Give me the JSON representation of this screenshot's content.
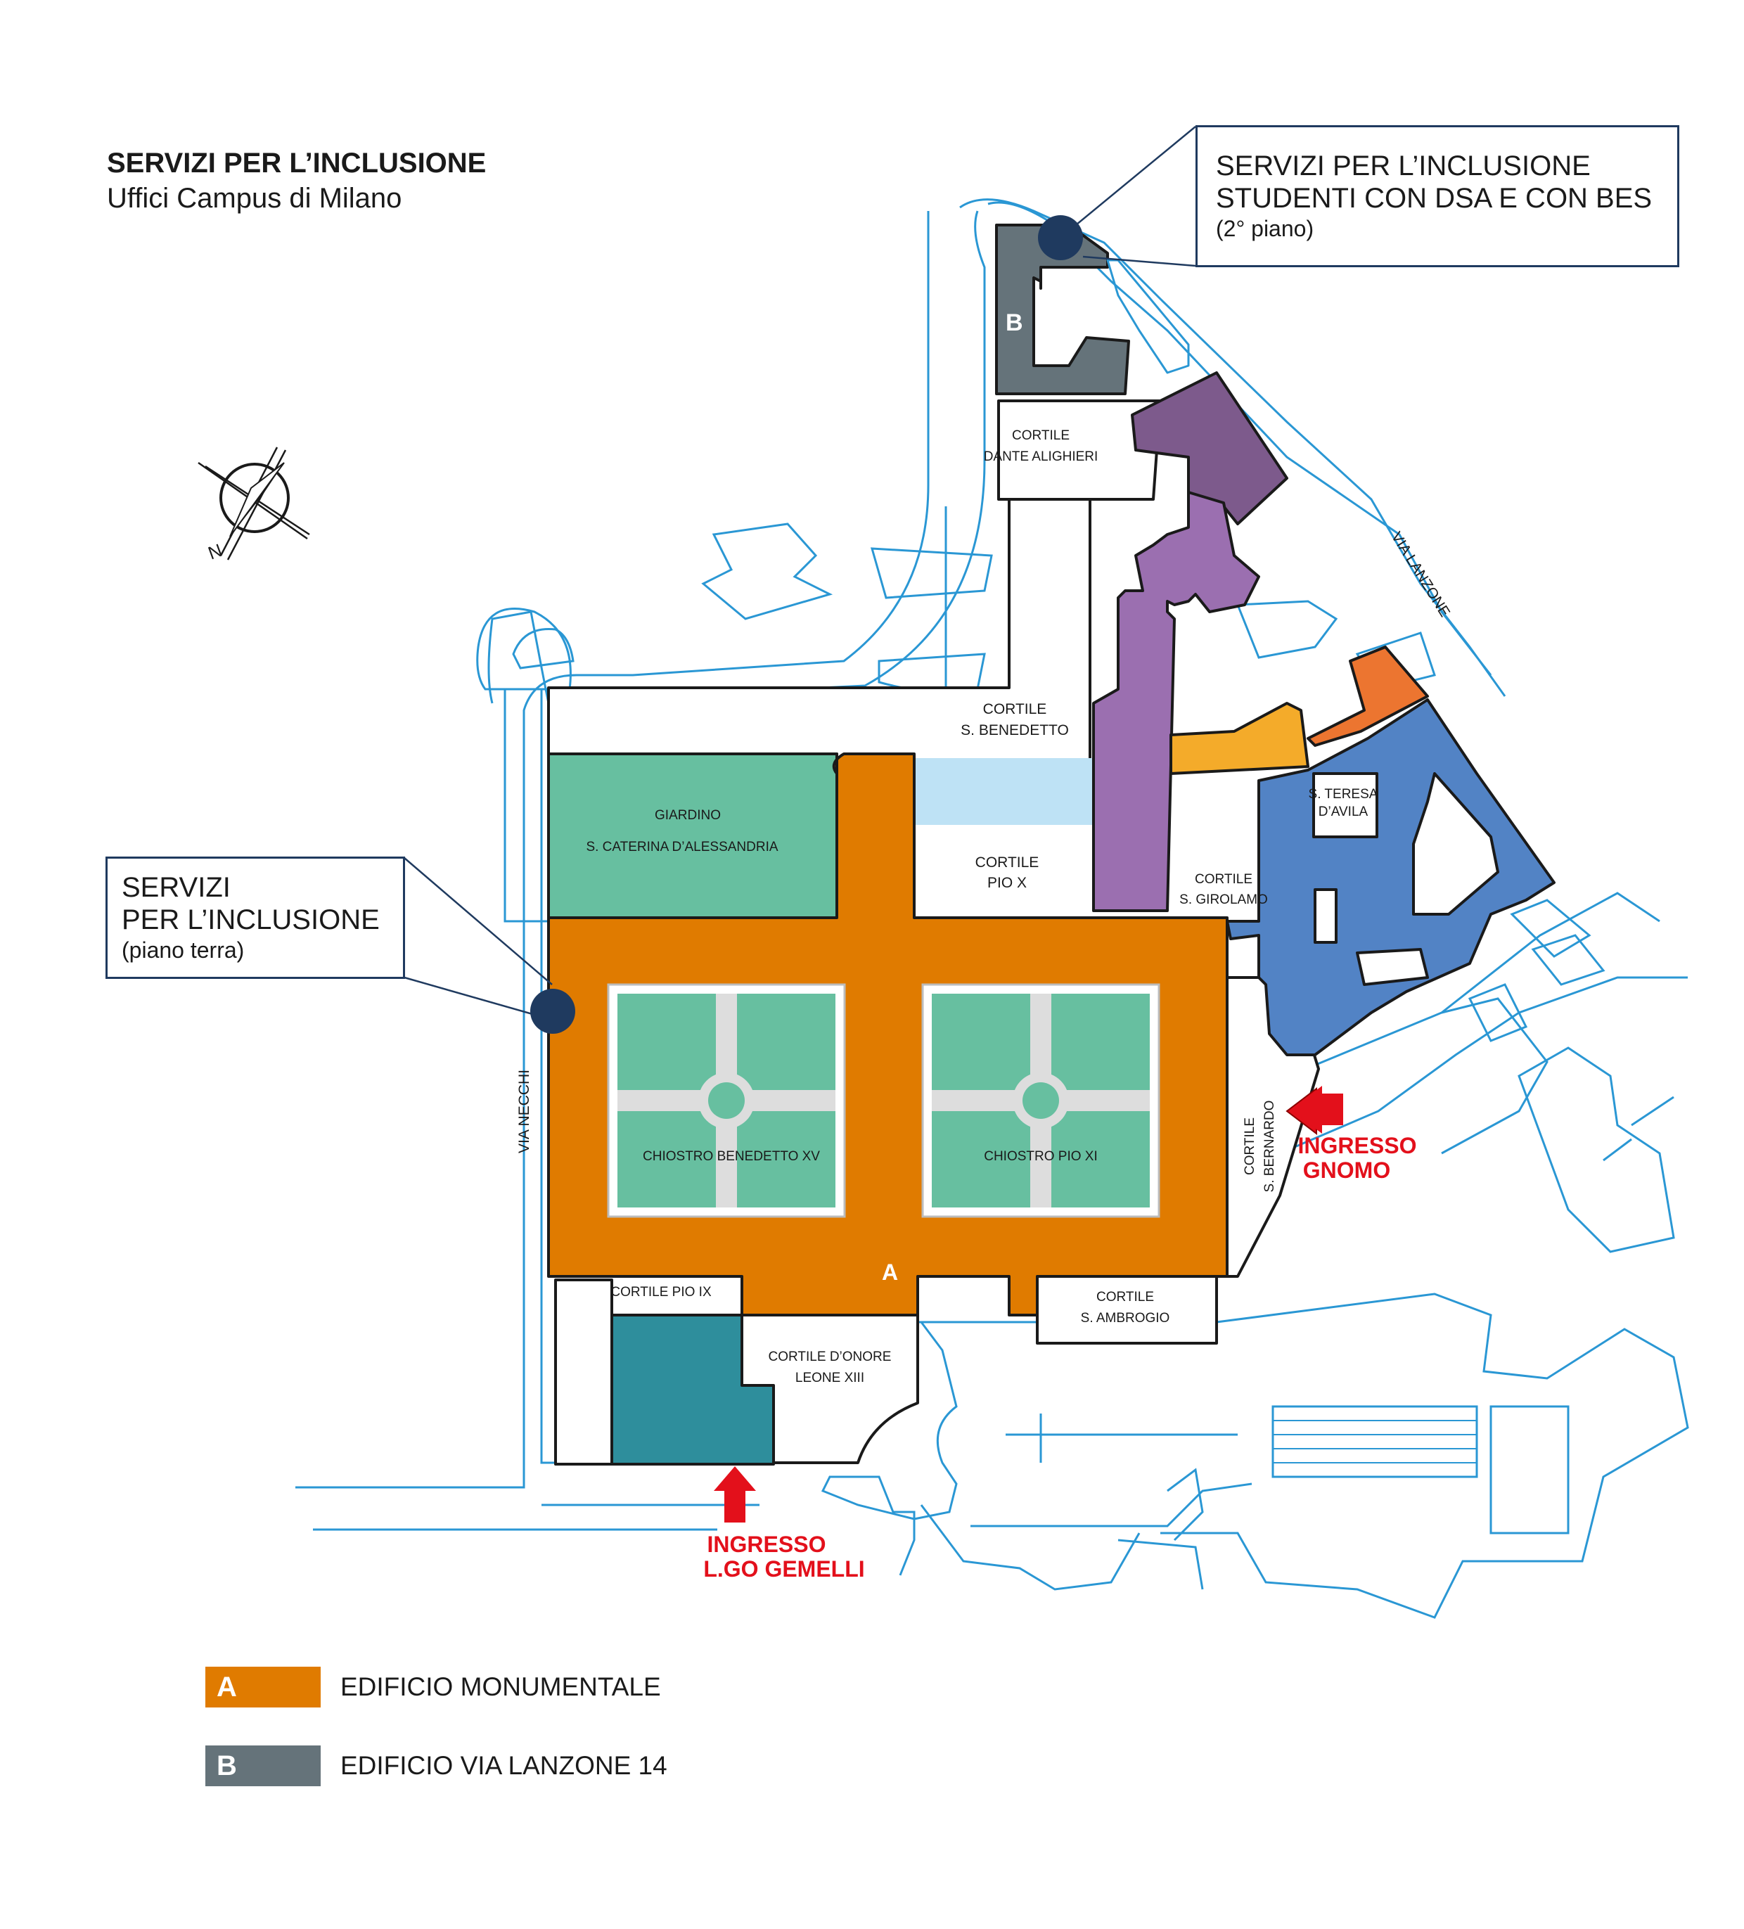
{
  "header": {
    "title": "SERVIZI PER L’INCLUSIONE",
    "subtitle": "Uffici Campus di Milano"
  },
  "callouts": {
    "top": {
      "line1": "SERVIZI PER L’INCLUSIONE",
      "line2": "STUDENTI CON DSA E CON BES",
      "floor": "(2° piano)"
    },
    "left": {
      "line1": "SERVIZI",
      "line2": "PER L’INCLUSIONE",
      "floor": "(piano terra)"
    }
  },
  "compass": {
    "north_label": "N"
  },
  "streets": {
    "necchi": "VIA    NECCHI",
    "lanzone": "VIA LANZONE"
  },
  "courtyards": {
    "dante_1": "CORTILE",
    "dante_2": "DANTE ALIGHIERI",
    "benedetto_1": "CORTILE",
    "benedetto_2": "S. BENEDETTO",
    "giardino_1": "GIARDINO",
    "giardino_2": "S. CATERINA D’ALESSANDRIA",
    "piox_1": "CORTILE",
    "piox_2": "PIO X",
    "girolamo_1": "CORTILE",
    "girolamo_2": "S. GIROLAMO",
    "teresa_1": "S. TERESA",
    "teresa_2": "D’AVILA",
    "chiostro_b15": "CHIOSTRO BENEDETTO XV",
    "chiostro_p11": "CHIOSTRO PIO XI",
    "bernardo_1": "CORTILE",
    "bernardo_2": "S. BERNARDO",
    "pio9": "CORTILE PIO IX",
    "onore_1": "CORTILE D’ONORE",
    "onore_2": "LEONE XIII",
    "ambrogio_1": "CORTILE",
    "ambrogio_2": "S. AMBROGIO"
  },
  "entrances": {
    "gnomo_1": "INGRESSO",
    "gnomo_2": "GNOMO",
    "gemelli_1": "INGRESSO",
    "gemelli_2": "L.GO GEMELLI"
  },
  "buildings": {
    "a_letter": "A",
    "b_letter": "B"
  },
  "legend": [
    {
      "letter": "A",
      "label": "EDIFICIO MONUMENTALE",
      "color": "#e07b00"
    },
    {
      "letter": "B",
      "label": "EDIFICIO VIA LANZONE 14",
      "color": "#65737a"
    }
  ],
  "colors": {
    "orange_a": "#e07b00",
    "gray_b": "#65737a",
    "green": "#67bfa0",
    "teal": "#2e8e9c",
    "lightblue": "#bee2f5",
    "purple_dark": "#7d5a8c",
    "purple": "#9b6fb0",
    "yellow": "#f4ab2a",
    "orange_r": "#ec7530",
    "blue": "#5283c5",
    "street": "#2a97d4",
    "navy": "#1f3a5f",
    "red": "#e3101b"
  }
}
